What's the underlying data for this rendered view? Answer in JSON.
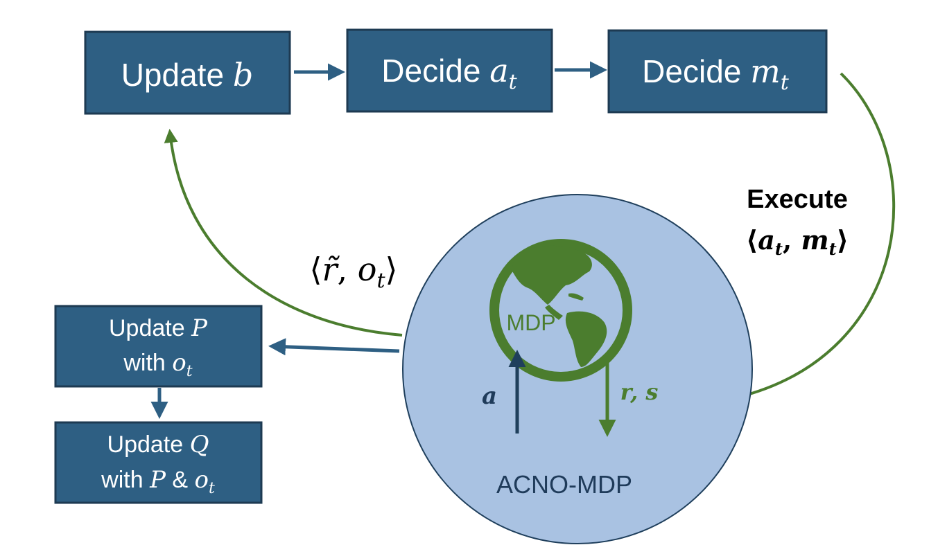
{
  "colors": {
    "box_fill": "#2e5f83",
    "box_border": "#1d3a52",
    "green": "#4b7d2e",
    "circle_fill": "#a9c2e2",
    "circle_border": "#1f3f5c",
    "dark_blue": "#2a4f72",
    "navy_text": "#1f3b5a"
  },
  "boxes": {
    "update_b": {
      "prefix": "Update ",
      "var": "b"
    },
    "decide_a": {
      "prefix": "Decide ",
      "var": "a",
      "sub": "t"
    },
    "decide_m": {
      "prefix": "Decide ",
      "var": "m",
      "sub": "t"
    },
    "update_p": {
      "line1_prefix": "Update ",
      "line1_var": "P",
      "line2_prefix": "with ",
      "line2_var": "o",
      "line2_sub": "t"
    },
    "update_q": {
      "line1_prefix": "Update ",
      "line1_var": "Q",
      "line2_prefix": "with ",
      "line2_var1": "P",
      "line2_amp": " & ",
      "line2_var2": "o",
      "line2_sub": "t"
    }
  },
  "execute_label": {
    "word": "Execute",
    "open": "⟨",
    "a": "a",
    "a_sub": "t",
    "comma": ", ",
    "m": "m",
    "m_sub": "t",
    "close": "⟩"
  },
  "feedback_label": {
    "open": "⟨",
    "r": "r̃",
    "comma": ", ",
    "o": "o",
    "o_sub": "t",
    "close": "⟩"
  },
  "environment": {
    "globe_label": "MDP",
    "action_label": "a",
    "reward_state_label": "r, s",
    "name": "ACNO-MDP"
  },
  "icons": [
    "globe-icon"
  ]
}
